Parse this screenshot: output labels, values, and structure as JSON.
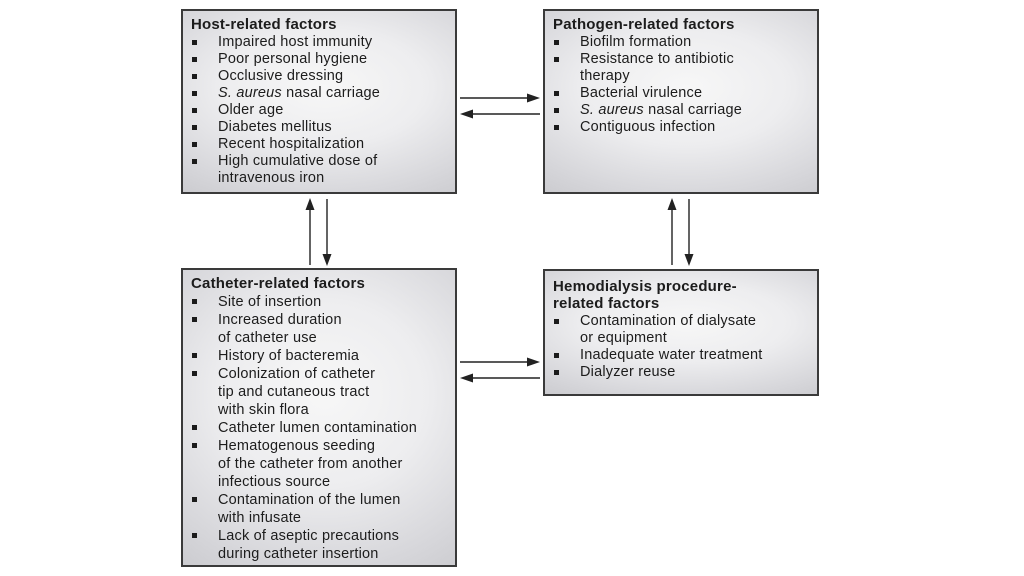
{
  "boxes": {
    "host": {
      "title": "Host-related factors",
      "items": [
        "Impaired host immunity",
        "Poor personal hygiene",
        "Occlusive dressing",
        {
          "italic": "S. aureus",
          "rest": " nasal carriage"
        },
        "Older age",
        "Diabetes mellitus",
        "Recent hospitalization",
        "High cumulative dose of\nintravenous iron"
      ]
    },
    "pathogen": {
      "title": "Pathogen-related factors",
      "items": [
        "Biofilm formation",
        "Resistance to antibiotic\ntherapy",
        "Bacterial virulence",
        {
          "italic": "S. aureus",
          "rest": " nasal carriage"
        },
        "Contiguous infection"
      ]
    },
    "catheter": {
      "title": "Catheter-related factors",
      "items": [
        "Site of insertion",
        "Increased duration\nof catheter use",
        "History of bacteremia",
        "Colonization of catheter\ntip and cutaneous tract\nwith skin flora",
        "Catheter lumen contamination",
        "Hematogenous seeding\nof the catheter from another\ninfectious source",
        "Contamination of the lumen\nwith infusate",
        "Lack of aseptic precautions\nduring catheter insertion"
      ]
    },
    "hemodialysis": {
      "title": "Hemodialysis procedure-\nrelated factors",
      "items": [
        "Contamination of dialysate\nor equipment",
        "Inadequate water treatment",
        "Dialyzer reuse"
      ]
    }
  },
  "arrows": [
    {
      "name": "host-pathogen",
      "between": [
        "host",
        "pathogen"
      ],
      "direction": "bidirectional",
      "orientation": "horizontal"
    },
    {
      "name": "host-catheter",
      "between": [
        "host",
        "catheter"
      ],
      "direction": "bidirectional",
      "orientation": "vertical"
    },
    {
      "name": "pathogen-hemodialysis",
      "between": [
        "pathogen",
        "hemodialysis"
      ],
      "direction": "bidirectional",
      "orientation": "vertical"
    },
    {
      "name": "catheter-hemodialysis",
      "between": [
        "catheter",
        "hemodialysis"
      ],
      "direction": "bidirectional",
      "orientation": "horizontal"
    }
  ],
  "colors": {
    "background": "#ffffff",
    "box_fill_center": "#f7f7f7",
    "box_fill_edge": "#c6c6ca",
    "box_border": "#3a3a3a",
    "text": "#1c1c1c",
    "arrow": "#222222"
  }
}
